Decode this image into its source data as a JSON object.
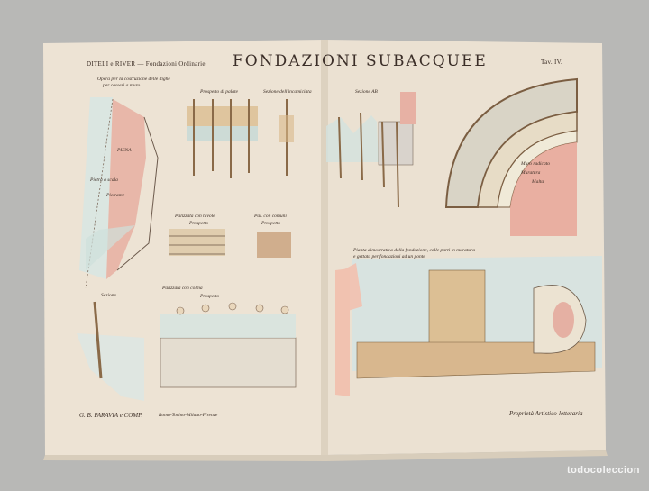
{
  "header": {
    "left": "DITELI e RIVER — Fondazioni Ordinarie",
    "title": "FONDAZIONI SUBACQUEE",
    "plate": "Tav. IV."
  },
  "labels": {
    "opera": "Opera per la costruzione delle dighe",
    "opera2": "per casseri a muro",
    "prospetto_palate": "Prospetto di palate",
    "sezione_incamiciata": "Sezione dell'incamiciata",
    "palizzata_tavole": "Palizzata con tavole",
    "prospetto": "Prospetto",
    "pal_comuni": "Pal. con comuni",
    "prospetto2": "Prospetto",
    "palizzata_colma": "Palizzata con colma",
    "prospetto3": "Prospetto",
    "sezione": "Sezione",
    "sezione_ab": "Sezione AB",
    "pianta_fondazione": "Pianta dimostrativa della fondazione, colle parti in muratura",
    "pianta_fondazione2": "e gettata per fondazioni ad un ponte",
    "piena": "PIENA",
    "malta": "Malta",
    "muratura": "Muratura",
    "pietrame": "Pietrame",
    "muro_radicato": "Muro radicato",
    "pietra_scala": "Pietra a scala"
  },
  "footer": {
    "publisher": "G. B. PARAVIA e COMP.",
    "publisher_cities": "Roma-Torino-Milano-Firenze",
    "rights": "Proprietà Artistico-letteraria"
  },
  "watermark": "todocoleccion",
  "colors": {
    "paper": "#ece4d6",
    "background": "#b8b8b6",
    "ink": "#3a2c24",
    "pink": "#e8b3a6",
    "wood": "#d8b888",
    "water": "#cfe0dc"
  }
}
